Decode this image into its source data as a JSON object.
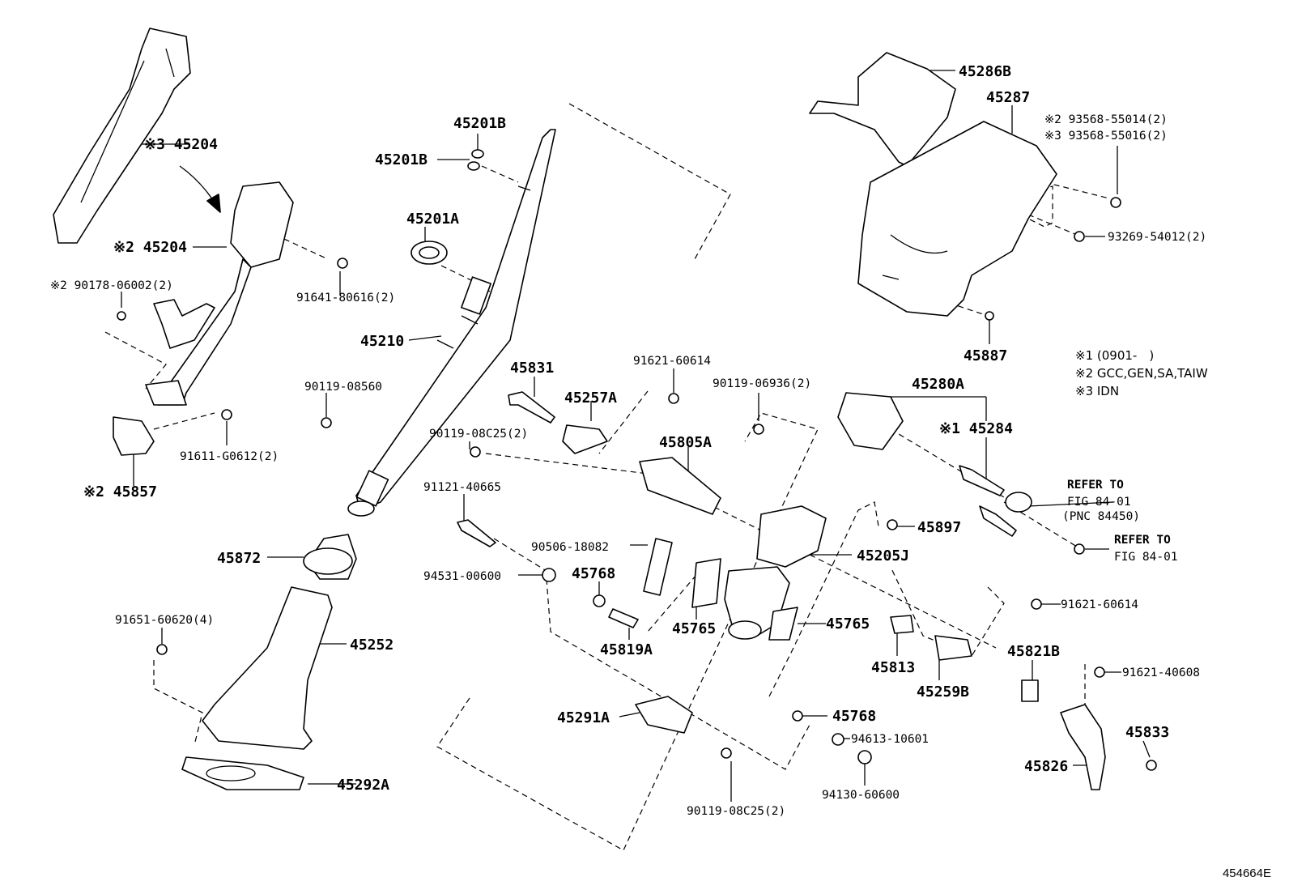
{
  "figure_id": "454664E",
  "notes": [
    "※1 (0901-　)",
    "※2 GCC,GEN,SA,TAIW",
    "※3 IDN"
  ],
  "labels": {
    "p45204_3": "※3 45204",
    "p45204_2": "※2 45204",
    "p90178": "※2 90178-06002(2)",
    "p91641": "91641-80616(2)",
    "p91611": "91611-G0612(2)",
    "p45857": "※2 45857",
    "p45201B_a": "45201B",
    "p45201B_b": "45201B",
    "p45201A": "45201A",
    "p45210": "45210",
    "p90119_08560": "90119-08560",
    "p45872": "45872",
    "p45252": "45252",
    "p91651": "91651-60620(4)",
    "p45292A": "45292A",
    "p45831": "45831",
    "p45257A": "45257A",
    "p91621_60614_a": "91621-60614",
    "p90119_08C25_a": "90119-08C25(2)",
    "p45805A": "45805A",
    "p90119_06936": "90119-06936(2)",
    "p45280A": "45280A",
    "p45284": "※1 45284",
    "p91121": "91121-40665",
    "p90506": "90506-18082",
    "p94531": "94531-00600",
    "p45768_a": "45768",
    "p45819A": "45819A",
    "p45765_a": "45765",
    "p45765_b": "45765",
    "p45205J": "45205J",
    "p45897": "45897",
    "p45813": "45813",
    "p45259B": "45259B",
    "p45821B": "45821B",
    "p91621_60614_b": "91621-60614",
    "p91621_40608": "91621-40608",
    "p45833": "45833",
    "p45826": "45826",
    "p45291A": "45291A",
    "p45768_b": "45768",
    "p94613": "94613-10601",
    "p94130": "94130-60600",
    "p90119_08C25_b": "90119-08C25(2)",
    "p45286B": "45286B",
    "p45287": "45287",
    "p93568_55014": "※2 93568-55014(2)",
    "p93568_55016": "※3 93568-55016(2)",
    "p93269": "93269-54012(2)",
    "p45887": "45887",
    "refer1_a": "REFER TO",
    "refer1_b": "FIG 84-01",
    "refer1_c": "(PNC 84450)",
    "refer2_a": "REFER TO",
    "refer2_b": "FIG 84-01"
  }
}
